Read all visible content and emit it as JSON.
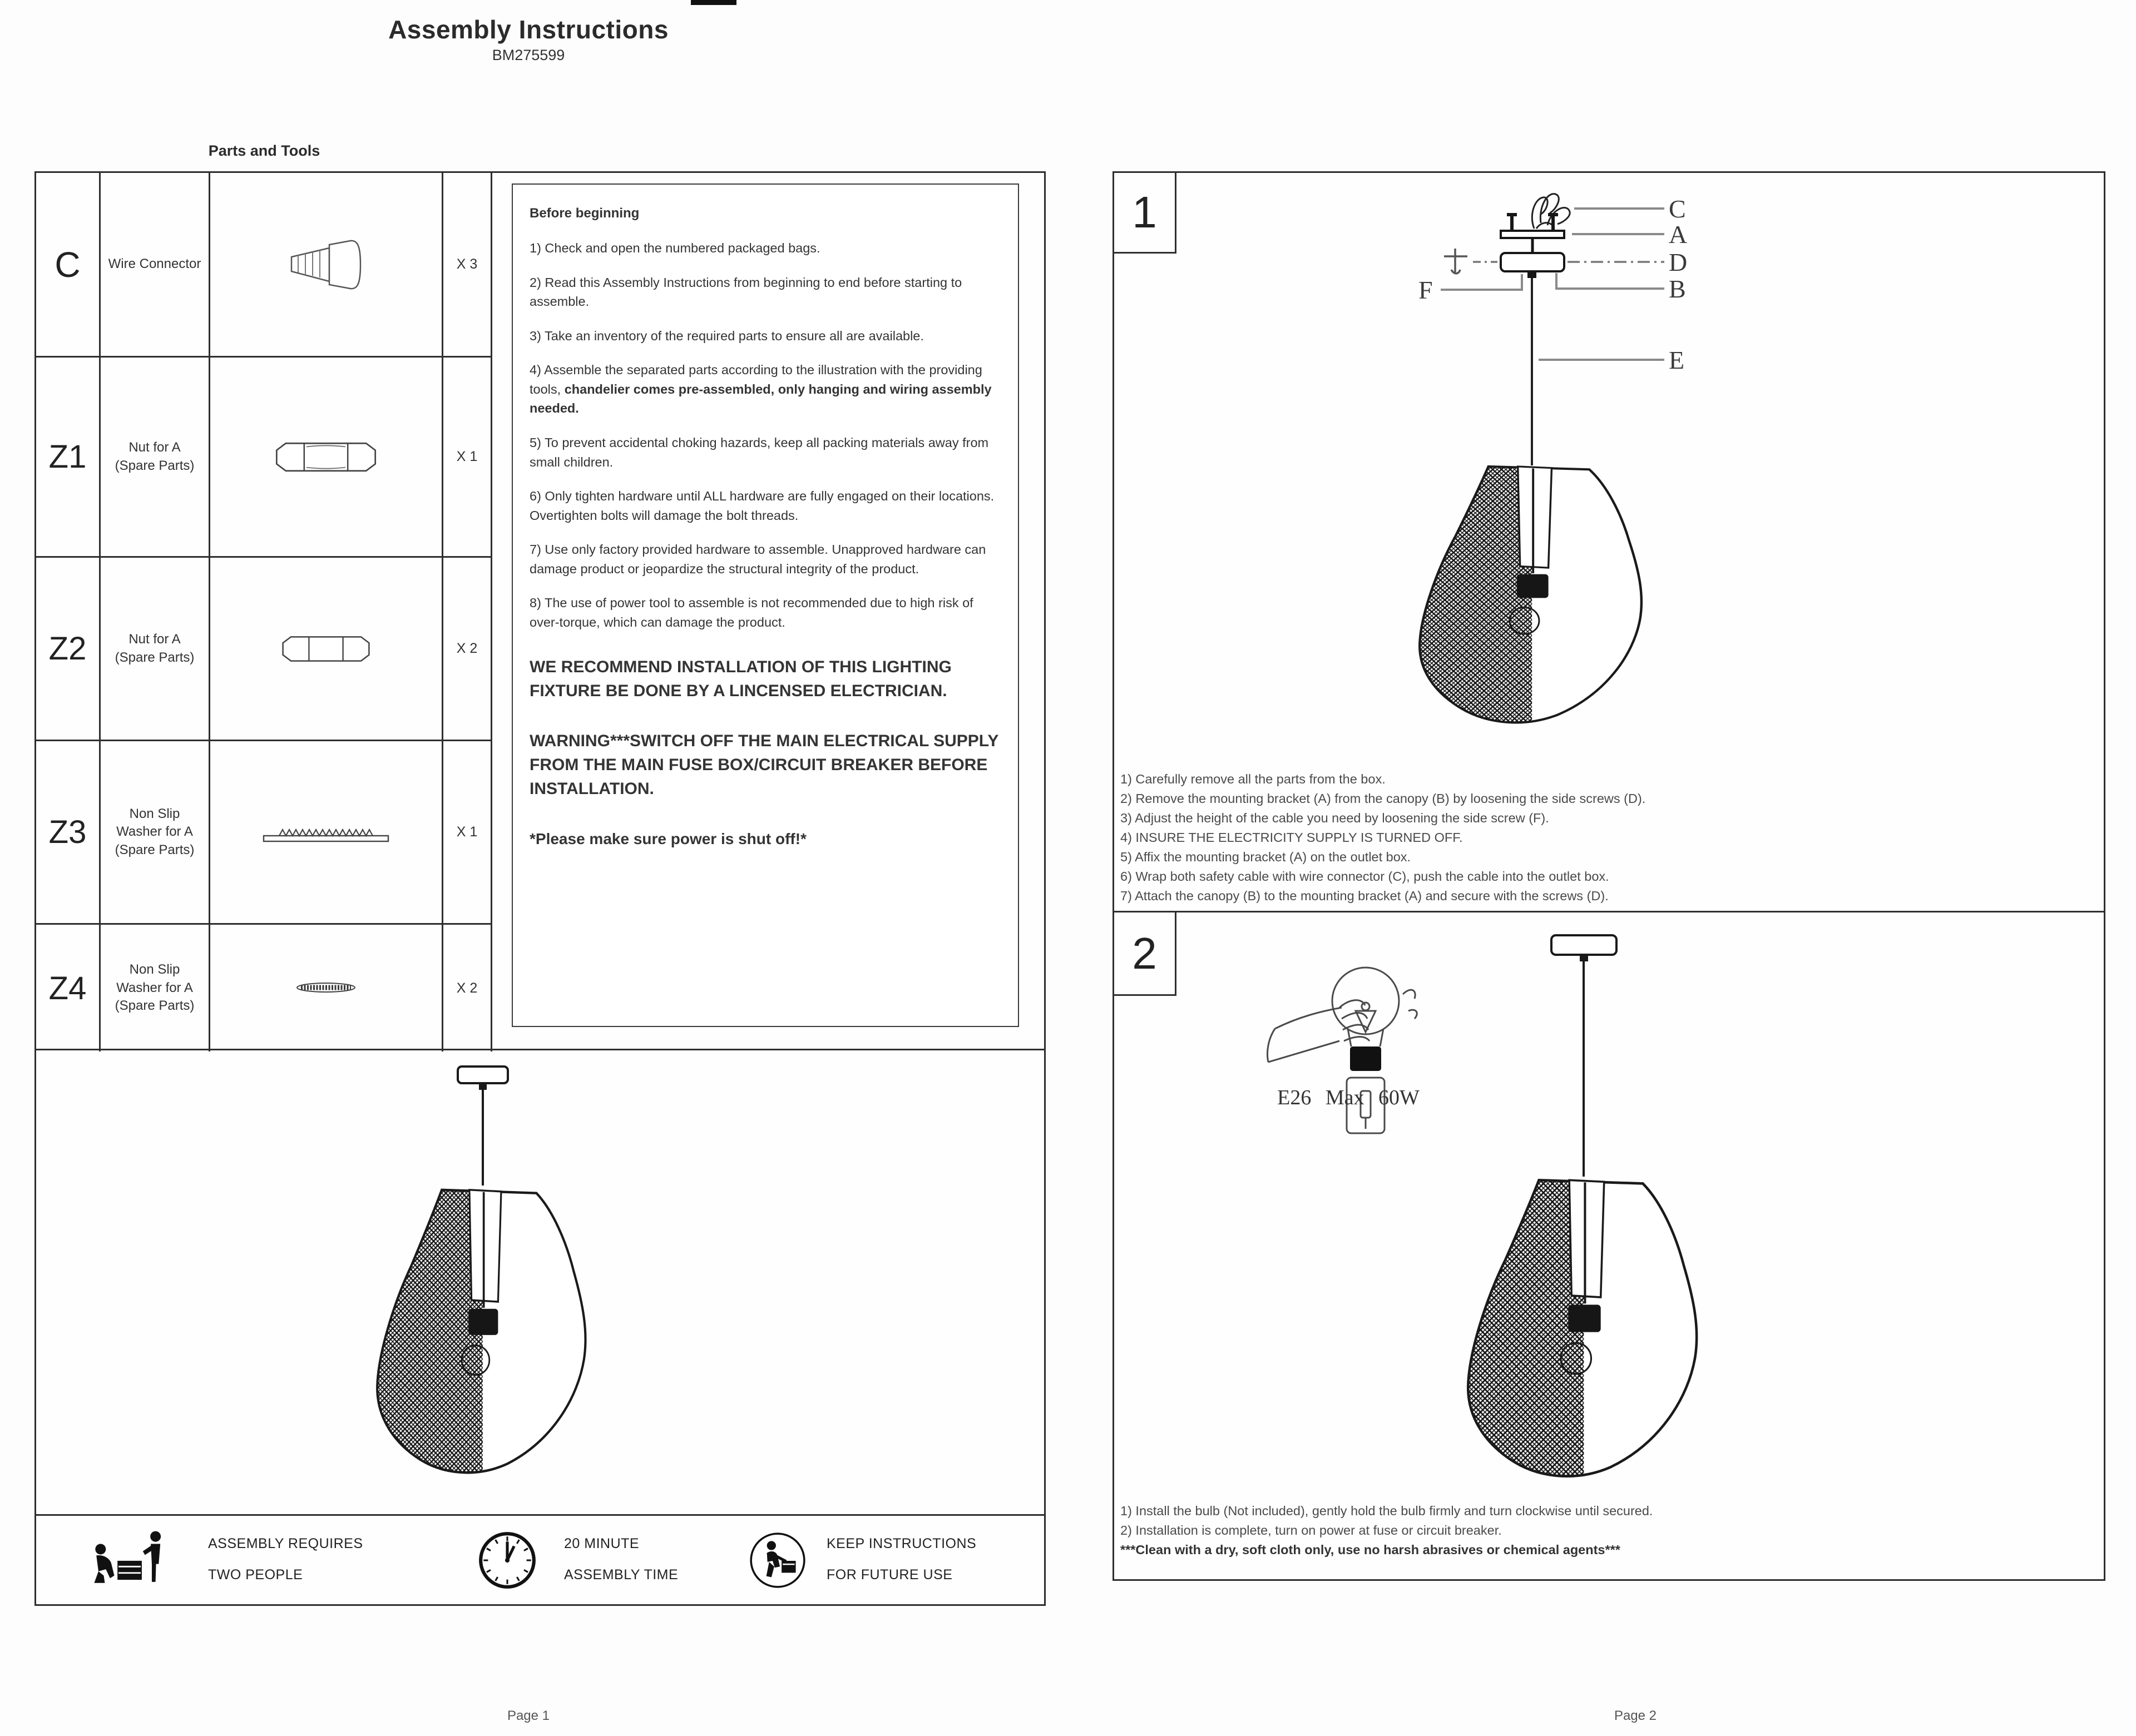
{
  "page1": {
    "title": "Assembly Instructions",
    "model": "BM275599",
    "parts_heading": "Parts and Tools",
    "parts": [
      {
        "id": "C",
        "name": "Wire Connector",
        "note": "",
        "qty": "X 3",
        "icon": "wire-connector-icon"
      },
      {
        "id": "Z1",
        "name": "Nut for A",
        "note": "(Spare Parts)",
        "qty": "X 1",
        "icon": "hex-nut-icon"
      },
      {
        "id": "Z2",
        "name": "Nut for A",
        "note": "(Spare Parts)",
        "qty": "X 2",
        "icon": "hex-nut-icon"
      },
      {
        "id": "Z3",
        "name": "Non Slip Washer for A",
        "note": "(Spare Parts)",
        "qty": "X 1",
        "icon": "serrated-washer-icon"
      },
      {
        "id": "Z4",
        "name": "Non Slip Washer for A",
        "note": "(Spare Parts)",
        "qty": "X 2",
        "icon": "flat-washer-icon"
      }
    ],
    "before": {
      "heading": "Before beginning",
      "items": [
        {
          "pre": "1) Check and open the numbered packaged bags.",
          "bold": ""
        },
        {
          "pre": "2) Read this Assembly Instructions from beginning to end before starting to assemble.",
          "bold": ""
        },
        {
          "pre": "3) Take an inventory of the required parts to ensure all are available.",
          "bold": ""
        },
        {
          "pre": "4) Assemble the separated parts according to the illustration with the providing tools, ",
          "bold": "chandelier comes pre-assembled, only hanging and wiring assembly needed."
        },
        {
          "pre": "5) To prevent accidental choking hazards, keep all packing materials away from small children.",
          "bold": ""
        },
        {
          "pre": "6) Only tighten hardware until ALL hardware are fully engaged on their locations.  Overtighten bolts will damage the bolt threads.",
          "bold": ""
        },
        {
          "pre": "7) Use only factory provided hardware to assemble. Unapproved hardware can damage product or jeopardize the structural integrity of the product.",
          "bold": ""
        },
        {
          "pre": "8) The use of power tool to assemble is not recommended due to high risk of over-torque, which can damage the product.",
          "bold": ""
        }
      ],
      "recommend": "WE RECOMMEND INSTALLATION OF THIS LIGHTING FIXTURE BE DONE BY A LINCENSED ELECTRICIAN.",
      "warning": "WARNING***SWITCH OFF THE MAIN ELECTRICAL SUPPLY FROM THE MAIN FUSE BOX/CIRCUIT BREAKER BEFORE INSTALLATION.",
      "note": "*Please make sure power is shut off!*"
    },
    "footer": {
      "items": [
        {
          "icon": "two-people-icon",
          "line1": "ASSEMBLY REQUIRES",
          "line2": "TWO PEOPLE"
        },
        {
          "icon": "clock-icon",
          "line1": "20 MINUTE",
          "line2": "ASSEMBLY TIME"
        },
        {
          "icon": "keep-instructions-icon",
          "line1": "KEEP INSTRUCTIONS",
          "line2": "FOR FUTURE USE"
        }
      ]
    },
    "page_label": "Page 1"
  },
  "page2": {
    "step1": {
      "number": "1",
      "diagram": {
        "c": "C",
        "a": "A",
        "d": "D",
        "b": "B",
        "f": "F",
        "e": "E"
      },
      "instructions": [
        "1) Carefully remove all the parts from the box.",
        "2) Remove the mounting bracket (A) from the canopy (B) by loosening the side screws (D).",
        "3) Adjust the height of the cable you need by loosening the side screw (F).",
        "4) INSURE THE ELECTRICITY SUPPLY IS TURNED OFF.",
        "5) Affix the mounting bracket (A) on the outlet box.",
        "6) Wrap both safety cable with wire connector (C), push the cable into the outlet box.",
        "7) Attach the canopy (B) to the mounting bracket (A) and secure with the screws (D)."
      ]
    },
    "step2": {
      "number": "2",
      "bulb_icon": "hand-bulb-illustration",
      "bulb_label": "E26 Max 60W",
      "instructions": [
        "1) Install the bulb (Not included), gently hold the bulb firmly and turn clockwise until secured.",
        "2) Installation is complete, turn on power at fuse or circuit breaker."
      ],
      "clean_note": "***Clean with a dry, soft cloth only, use no harsh abrasives or chemical agents***"
    },
    "page_label": "Page 2"
  }
}
